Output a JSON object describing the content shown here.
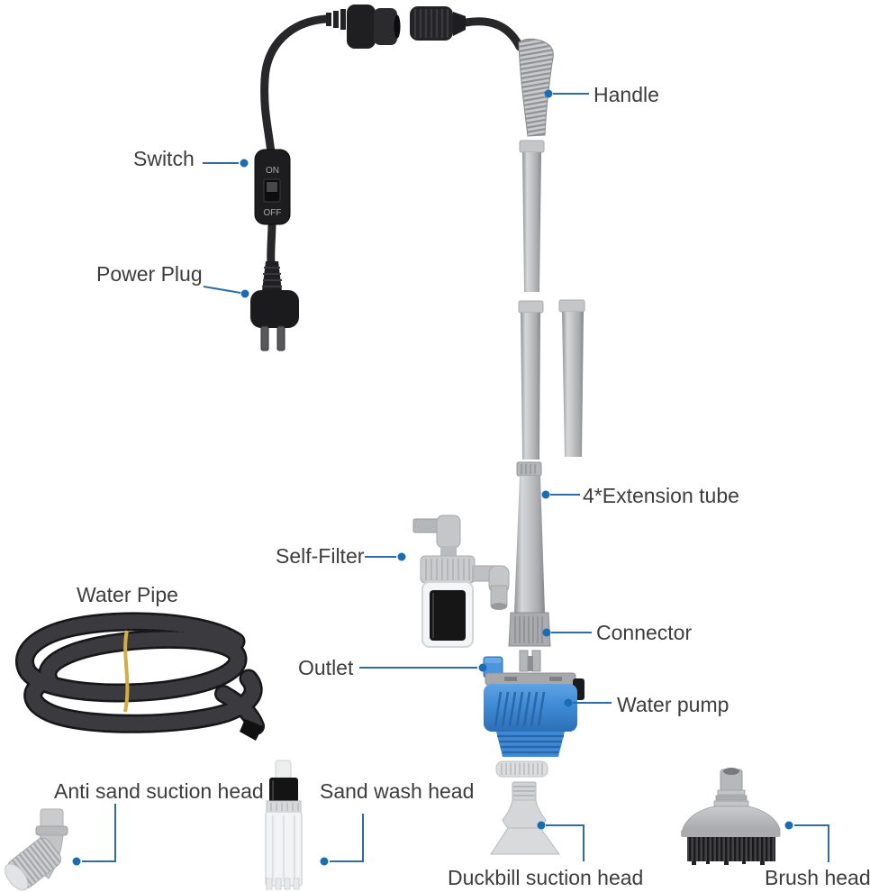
{
  "labels": {
    "switch": "Switch",
    "power_plug": "Power Plug",
    "handle": "Handle",
    "extension_tube": "4*Extension tube",
    "self_filter": "Self-Filter",
    "water_pipe": "Water Pipe",
    "outlet": "Outlet",
    "connector": "Connector",
    "water_pump": "Water pump",
    "anti_sand_suction_head": "Anti sand suction head",
    "sand_wash_head": "Sand wash head",
    "duckbill_suction_head": "Duckbill suction head",
    "brush_head": "Brush head"
  },
  "switch_control": {
    "on": "ON",
    "off": "OFF"
  },
  "colors": {
    "background": "#ffffff",
    "label_text": "#3d3d3d",
    "leader_line": "#2e6da4",
    "leader_dot": "#1c6cb4",
    "pump_blue": "#3f8bd6",
    "tube_gray": "#b7b9bc",
    "cable_black": "#272729",
    "tie_yellow": "#d3ad45"
  }
}
